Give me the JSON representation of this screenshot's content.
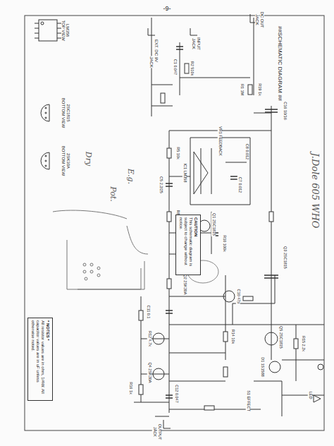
{
  "diagram": {
    "title": "##SCHEMATIC DIAGRAM ##",
    "nodes": [
      {
        "text": [
          "CAUTION",
          "This schematic diagram is subject to change without notice."
        ]
      },
      {
        "text": [
          "* NOTES *",
          "All resistor values are in ohm, 1/4W. All capacitor values are in uF unless otherwise noted."
        ]
      }
    ],
    "labels": [
      "-9-",
      "J.Dole 605 WHO",
      "LM358",
      "TOP VIEW",
      "2SC1815",
      "BOTTOM VIEW",
      "2SK30A",
      "BOTTOM VIEW",
      "DC OUT",
      "JACK",
      "INPUT",
      "JACK",
      "EXT. DC 9V",
      "JACK",
      "R1 1M",
      "R2 510k",
      "C1 0.047",
      "C16 10/16",
      "R19 1k",
      "IC1 LM358",
      "VR1 FEEDBACK",
      "C7 0.012",
      "C8 0.012",
      "R5 10k",
      "R8 6.8k",
      "C5 2.2/25",
      "Q1 2SC1815",
      "Q2 2SK30A",
      "R10 100k",
      "C10 47p",
      "Q3 2SC1815",
      "C11 0.1",
      "R12 4.7k",
      "Q4 2SK30A",
      "Q5 2SC1815",
      "R14 10k",
      "C12 0.047",
      "D1 1S1588",
      "S1 EFFECT",
      "LED",
      "R15 2.2k",
      "R16 1k",
      "OUTPUT",
      "JACK",
      "E.g.",
      "Pot.",
      "Dry"
    ]
  }
}
